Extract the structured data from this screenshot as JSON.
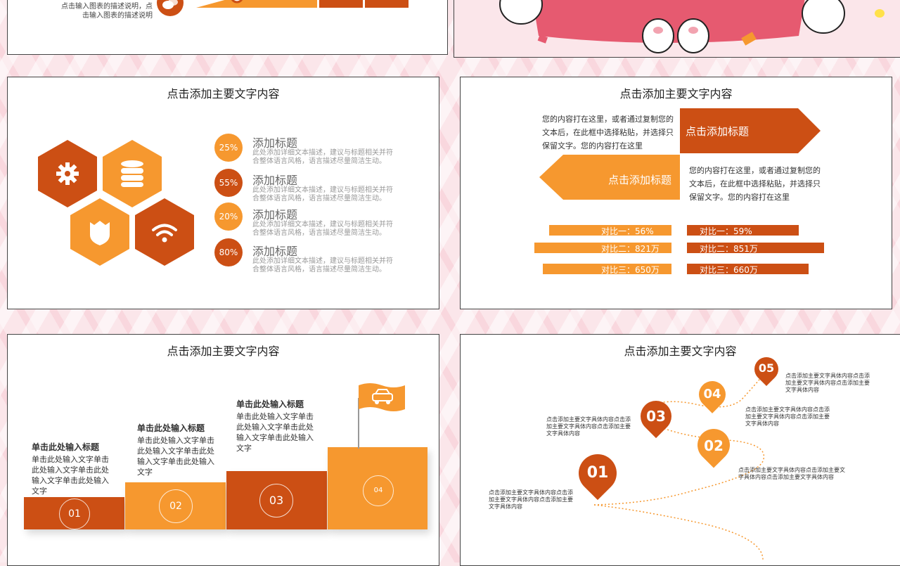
{
  "slide1": {
    "desc": "点击输入图表的描述说明，点击输入图表的描述说明"
  },
  "slide3": {
    "title": "点击添加主要文字内容",
    "items": [
      {
        "pct": "25%",
        "title": "添加标题",
        "desc": "此处添加详细文本描述，建议与标题相关并符合整体语言风格，语言描述尽量简洁生动。"
      },
      {
        "pct": "55%",
        "title": "添加标题",
        "desc": "此处添加详细文本描述，建议与标题相关并符合整体语言风格，语言描述尽量简洁生动。"
      },
      {
        "pct": "20%",
        "title": "添加标题",
        "desc": "此处添加详细文本描述，建议与标题相关并符合整体语言风格，语言描述尽量简洁生动。"
      },
      {
        "pct": "80%",
        "title": "添加标题",
        "desc": "此处添加详细文本描述，建议与标题相关并符合整体语言风格，语言描述尽量简洁生动。"
      }
    ],
    "icons": [
      "gear-icon",
      "database-icon",
      "shield-icon",
      "wifi-icon"
    ]
  },
  "slide4": {
    "title": "点击添加主要文字内容",
    "para_top": "您的内容打在这里，或者通过复制您的文本后，在此框中选择粘贴，并选择只保留文字。您的内容打在这里",
    "arrow_right_label": "点击添加标题",
    "arrow_left_label": "点击添加标题",
    "para_bottom": "您的内容打在这里，或者通过复制您的文本后，在此框中选择粘贴，并选择只保留文字。您的内容打在这里",
    "bars_left": [
      {
        "label": "对比一：56%",
        "value": 56
      },
      {
        "label": "对比二：821万",
        "value": 821
      },
      {
        "label": "对比三：650万",
        "value": 650
      }
    ],
    "bars_right": [
      {
        "label": "对比一：59%",
        "value": 59
      },
      {
        "label": "对比二：851万",
        "value": 851
      },
      {
        "label": "对比三：660万",
        "value": 660
      }
    ]
  },
  "slide5": {
    "title": "点击添加主要文字内容",
    "steps": [
      {
        "num": "01",
        "title": "单击此处输入标题",
        "text": "单击此处输入文字单击此处输入文字单击此处输入文字单击此处输入文字"
      },
      {
        "num": "02",
        "title": "单击此处输入标题",
        "text": "单击此处输入文字单击此处输入文字单击此处输入文字单击此处输入文字"
      },
      {
        "num": "03",
        "title": "单击此处输入标题",
        "text": "单击此处输入文字单击此处输入文字单击此处输入文字单击此处输入文字"
      },
      {
        "num": "04"
      }
    ]
  },
  "slide6": {
    "title": "点击添加主要文字内容",
    "pins": [
      {
        "num": "01",
        "text": "点击添加主要文字具体内容点击添加主要文字具体内容点击添加主要文字具体内容"
      },
      {
        "num": "02",
        "text": "点击添加主要文字具体内容点击添加主要文字具体内容点击添加主要文字具体内容"
      },
      {
        "num": "03",
        "text": "点击添加主要文字具体内容点击添加主要文字具体内容点击添加主要文字具体内容"
      },
      {
        "num": "04",
        "text": "点击添加主要文字具体内容点击添加主要文字具体内容点击添加主要文字具体内容"
      },
      {
        "num": "05",
        "text": "点击添加主要文字具体内容点击添加主要文字具体内容点击添加主要文字具体内容"
      }
    ]
  },
  "colors": {
    "orange": "#f6982f",
    "rust": "#cc4f14",
    "pink": "#e65a70"
  }
}
